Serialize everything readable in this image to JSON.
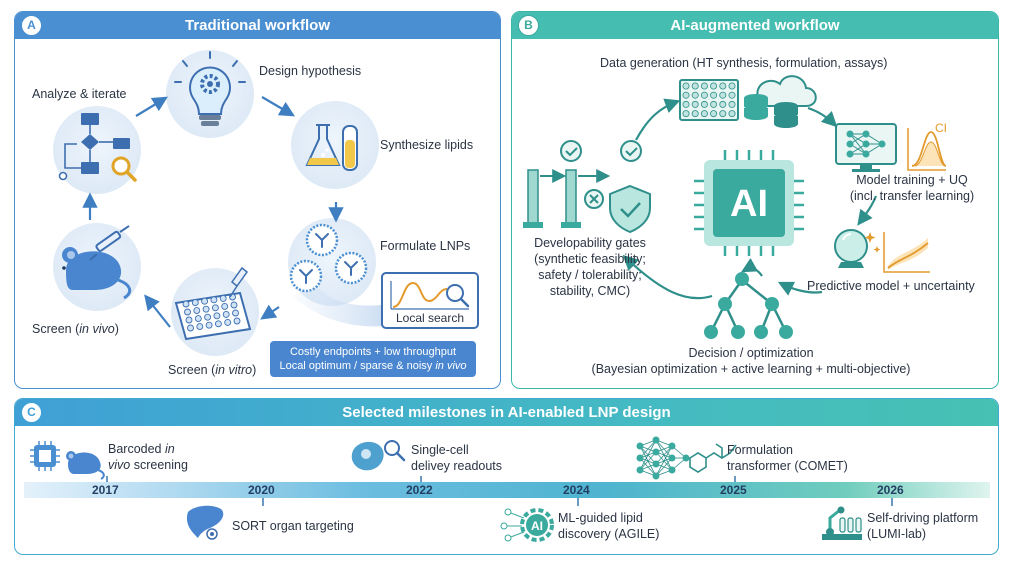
{
  "panel_a": {
    "letter": "A",
    "title": "Traditional workflow",
    "steps": {
      "design": "Design hypothesis",
      "synthesize": "Synthesize lipids",
      "formulate": "Formulate LNPs",
      "screen_vitro_pre": "Screen (",
      "screen_vitro_em": "in vitro",
      "screen_vitro_post": ")",
      "screen_vivo_pre": "Screen (",
      "screen_vivo_em": "in vivo",
      "screen_vivo_post": ")",
      "analyze": "Analyze & iterate"
    },
    "local_search": "Local search",
    "note_line1": "Costly endpoints + low throughput",
    "note_line2_pre": "Local optimum / sparse & noisy ",
    "note_line2_em": "in vivo"
  },
  "panel_b": {
    "letter": "B",
    "title": "AI-augmented workflow",
    "ai_chip": "AI",
    "ci_label": "CI",
    "data_generation": "Data generation (HT synthesis, formulation, assays)",
    "model_training_1": "Model training + UQ",
    "model_training_2": "(incl. transfer learning)",
    "predictive": "Predictive model + uncertainty",
    "decision_1": "Decision / optimization",
    "decision_2": "(Bayesian optimization + active learning + multi-objective)",
    "gates_1": "Developability gates",
    "gates_2": "(synthetic feasibility;",
    "gates_3": "safety / tolerability;",
    "gates_4": "stability, CMC)"
  },
  "panel_c": {
    "letter": "C",
    "title": "Selected milestones in AI-enabled LNP design",
    "years": [
      "2017",
      "2020",
      "2022",
      "2024",
      "2025",
      "2026"
    ],
    "milestones": {
      "m2017_pre": "Barcoded ",
      "m2017_em": "in",
      "m2017_line2_em": "vivo",
      "m2017_line2_post": " screening",
      "m2020": "SORT organ targeting",
      "m2022_1": "Single-cell",
      "m2022_2": "delivey readouts",
      "m2024_1": "ML-guided lipid",
      "m2024_2": "discovery (AGILE)",
      "m2024_icon": "AI",
      "m2025_1": "Formulation",
      "m2025_2": "transformer (COMET)",
      "m2026_1": "Self-driving platform",
      "m2026_2": "(LUMI-lab)"
    }
  },
  "colors": {
    "blue": "#4a8fd1",
    "teal": "#45bdb1",
    "dark_teal": "#2f8f8b",
    "navy": "#233f63"
  }
}
